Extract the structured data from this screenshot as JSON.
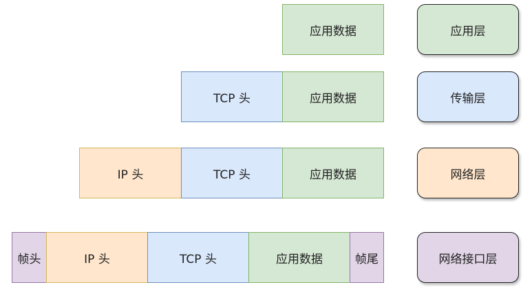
{
  "rows": {
    "application": {
      "data": "应用数据"
    },
    "transport": {
      "tcp_header": "TCP 头",
      "data": "应用数据"
    },
    "network": {
      "ip_header": "IP 头",
      "tcp_header": "TCP 头",
      "data": "应用数据"
    },
    "link": {
      "frame_header": "帧头",
      "ip_header": "IP 头",
      "tcp_header": "TCP 头",
      "data": "应用数据",
      "frame_trailer": "帧尾"
    }
  },
  "layers": {
    "application": "应用层",
    "transport": "传输层",
    "network": "网络层",
    "link": "网络接口层"
  },
  "colors": {
    "green_fill": "#d5e8d4",
    "green_stroke": "#82b366",
    "blue_fill": "#dae8fc",
    "blue_stroke": "#6c8ebf",
    "orange_fill": "#ffe6cc",
    "orange_stroke": "#d6b656",
    "purple_fill": "#e1d5e7",
    "purple_stroke": "#9673a6"
  }
}
